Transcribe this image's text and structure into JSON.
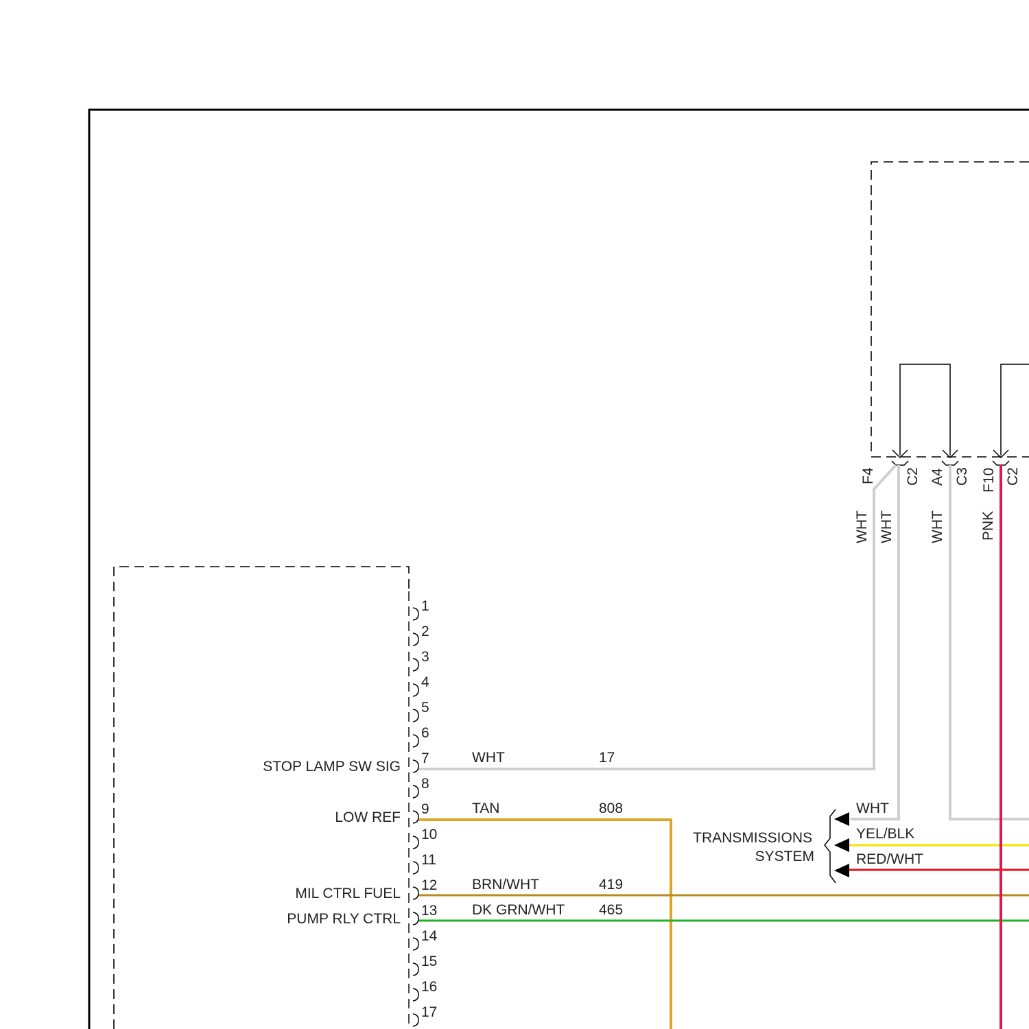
{
  "module_pins": [
    {
      "pin": "1",
      "signal": ""
    },
    {
      "pin": "2",
      "signal": ""
    },
    {
      "pin": "3",
      "signal": ""
    },
    {
      "pin": "4",
      "signal": ""
    },
    {
      "pin": "5",
      "signal": ""
    },
    {
      "pin": "6",
      "signal": ""
    },
    {
      "pin": "7",
      "signal": "STOP LAMP SW SIG"
    },
    {
      "pin": "8",
      "signal": ""
    },
    {
      "pin": "9",
      "signal": "LOW REF"
    },
    {
      "pin": "10",
      "signal": ""
    },
    {
      "pin": "11",
      "signal": ""
    },
    {
      "pin": "12",
      "signal": "MIL CTRL FUEL"
    },
    {
      "pin": "13",
      "signal": "PUMP RLY CTRL"
    },
    {
      "pin": "14",
      "signal": ""
    },
    {
      "pin": "15",
      "signal": ""
    },
    {
      "pin": "16",
      "signal": ""
    },
    {
      "pin": "17",
      "signal": ""
    }
  ],
  "circuits": [
    {
      "pin": "7",
      "color_label": "WHT",
      "circuit_number": "17",
      "wire_color": "#cfcfcf"
    },
    {
      "pin": "9",
      "color_label": "TAN",
      "circuit_number": "808",
      "wire_color": "#e0a526"
    },
    {
      "pin": "12",
      "color_label": "BRN/WHT",
      "circuit_number": "419",
      "wire_color": "#b98a1c"
    },
    {
      "pin": "13",
      "color_label": "DK GRN/WHT",
      "circuit_number": "465",
      "wire_color": "#22b422"
    }
  ],
  "top_connectors": [
    {
      "pin_label": "F4",
      "connector_label": "C2",
      "wire_labels": [
        "WHT",
        "WHT"
      ]
    },
    {
      "pin_label": "A4",
      "connector_label": "C3",
      "wire_labels": [
        "WHT"
      ]
    },
    {
      "pin_label": "F10",
      "connector_label": "C2",
      "wire_labels": [
        "PNK"
      ]
    }
  ],
  "transmission_system": {
    "label_line1": "TRANSMISSIONS",
    "label_line2": "SYSTEM",
    "wires": [
      {
        "label": "WHT",
        "wire_color": "#cfcfcf"
      },
      {
        "label": "YEL/BLK",
        "wire_color": "#f2e600"
      },
      {
        "label": "RED/WHT",
        "wire_color": "#e8141e"
      }
    ]
  },
  "colors": {
    "white_wire": "#cfcfcf",
    "pink_wire": "#e0174d",
    "outline": "#000000"
  }
}
